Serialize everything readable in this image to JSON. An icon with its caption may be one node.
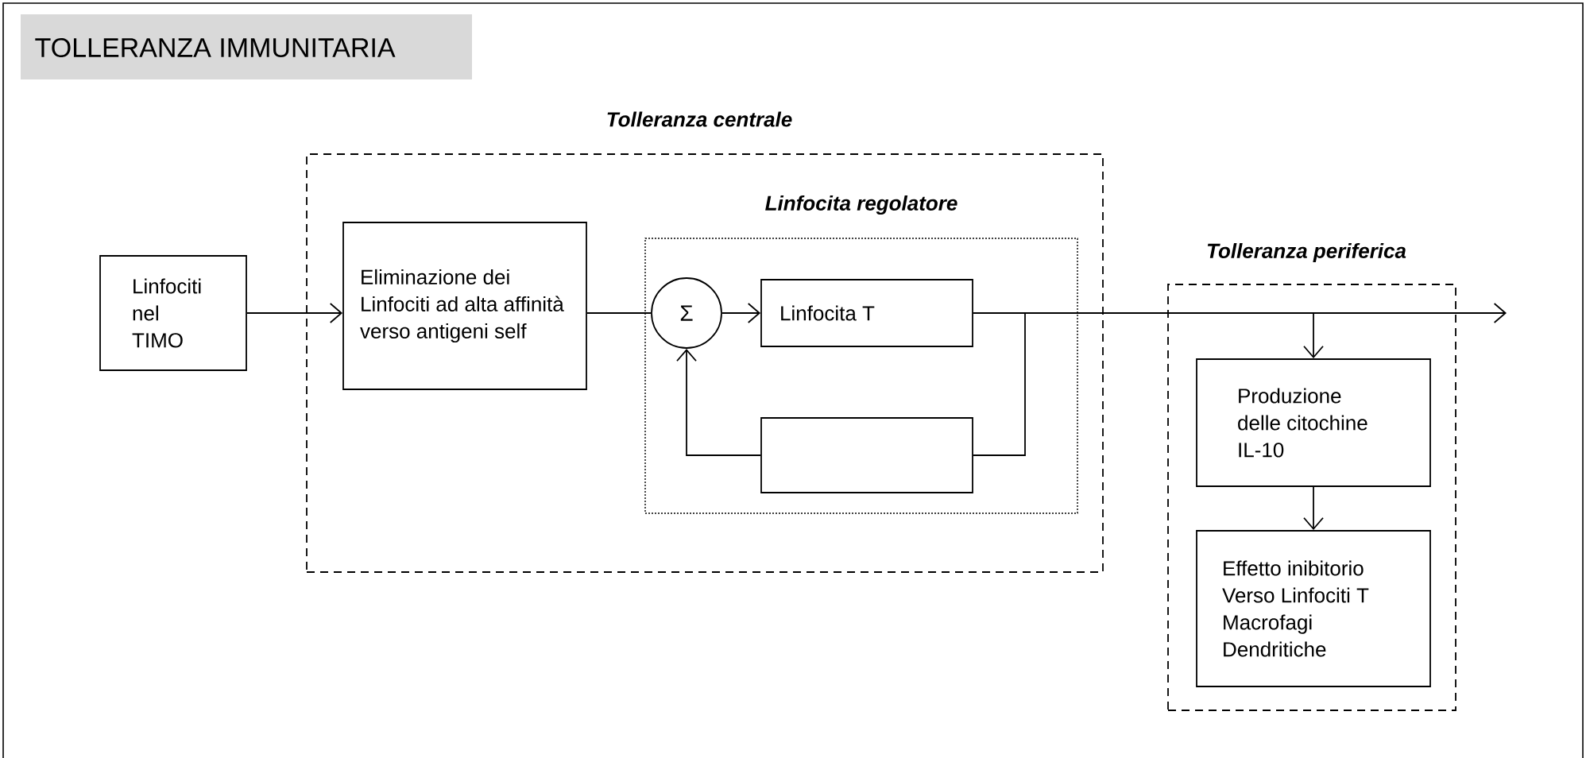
{
  "diagram": {
    "title": "TOLLERANZA IMMUNITARIA",
    "nodes": [
      {
        "text": [
          "Tolleranza centrale"
        ]
      },
      {
        "text": [
          "Linfocita regolatore"
        ],
        "in": 0
      },
      {
        "text": [
          "Linfociti nel TIMO"
        ]
      },
      {
        "text": [
          "Eliminazione dei Linfociti ad alta affinità verso antigeni self"
        ],
        "in": 0
      },
      {
        "text": [
          "Σ"
        ],
        "in": 1
      },
      {
        "text": [
          "Linfocita T"
        ],
        "in": 1
      },
      {
        "text": [],
        "shape": "box",
        "in": 1
      },
      {
        "text": [
          "Tolleranza periferica"
        ]
      },
      {
        "text": [
          "Produzione delle citochine IL-10"
        ],
        "in": 7
      },
      {
        "text": [
          "Effetto inibitorio Verso Linfociti T Macrofagi Dendritiche"
        ],
        "in": 7
      }
    ],
    "edges": [
      {
        "from": 2,
        "to": 3,
        "arrow": "to"
      },
      {
        "from": 3,
        "to": 4,
        "arrow": "none"
      },
      {
        "from": 4,
        "to": 5,
        "arrow": "to"
      },
      {
        "from": 5,
        "to": null,
        "arrow": "to"
      },
      {
        "from": 5,
        "to": 6,
        "arrow": "none"
      },
      {
        "from": 6,
        "to": 4,
        "arrow": "to"
      },
      {
        "from": 5,
        "to": 8,
        "arrow": "to"
      },
      {
        "from": 8,
        "to": 9,
        "arrow": "to"
      }
    ]
  }
}
